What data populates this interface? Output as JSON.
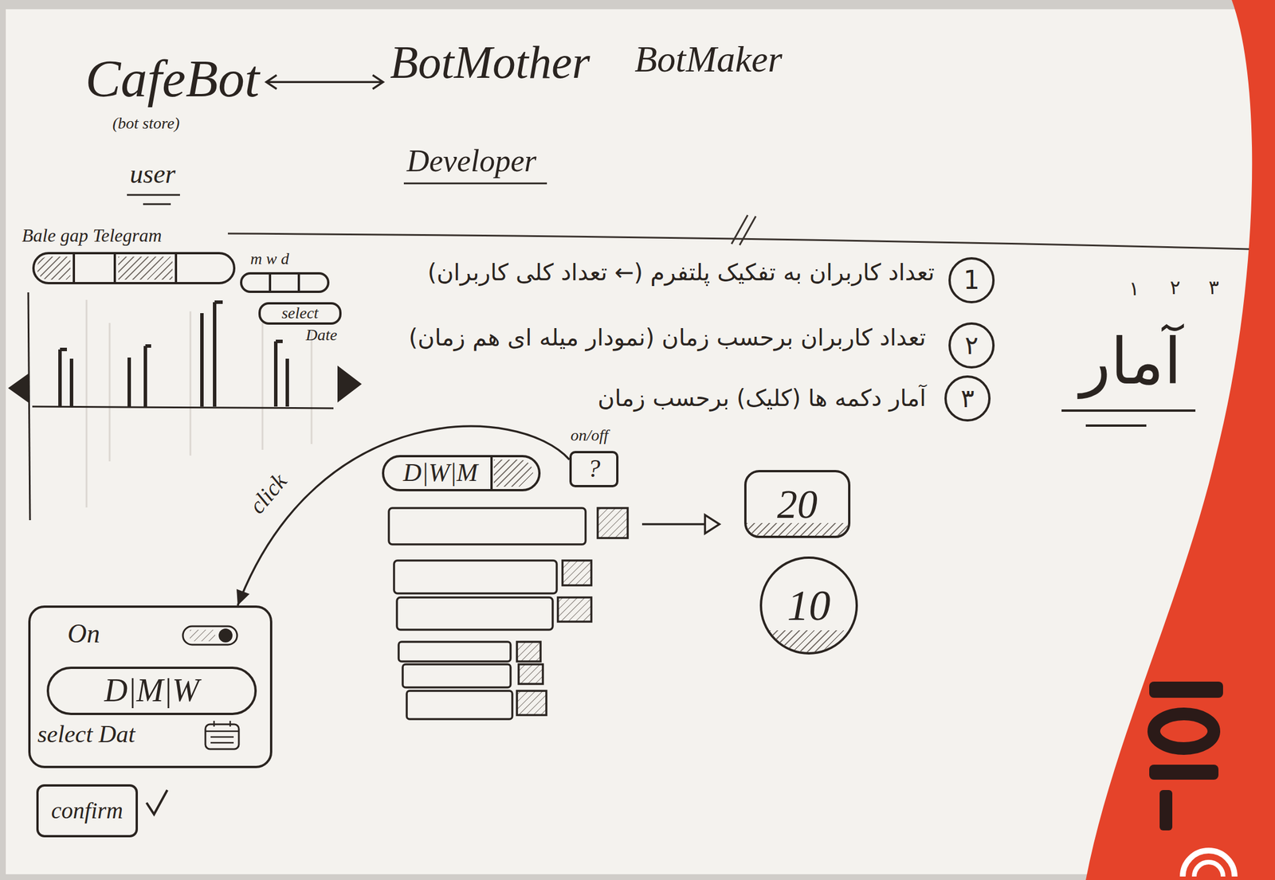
{
  "diagram": {
    "nodes": [
      {
        "text": [
          "Bale gap Telegram"
        ]
      },
      {
        "text": [
          "m w d"
        ]
      },
      {
        "text": [
          "select",
          "Date"
        ]
      },
      {
        "text": [
          "1"
        ]
      },
      {
        "text": [
          "۲"
        ]
      },
      {
        "text": [
          "۳"
        ]
      },
      {
        "text": [
          "D|W|M"
        ]
      },
      {
        "text": [
          "on/off",
          "?"
        ]
      },
      {
        "text": [
          "20"
        ]
      },
      {
        "text": [
          "10"
        ]
      },
      {
        "text": [
          "On",
          "select Dat"
        ]
      },
      {
        "text": [
          "D|M|W"
        ],
        "in": 10
      },
      {
        "text": [
          "confirm"
        ]
      }
    ],
    "edges": [
      {
        "from": 7,
        "to": 10,
        "label": "click",
        "arrow": "to"
      }
    ],
    "labels": [
      "CafeBot",
      "BotMother",
      "BotMaker",
      "(bot store)",
      "user",
      "Developer",
      "تعداد کاربران به تفکیک پلتفرم (← تعداد کلی کاربران)",
      "تعداد کاربران برحسب زمان (نمودار میله ای هم زمان)",
      "آمار دکمه ها (کلیک) برحسب زمان",
      "۱",
      "۲",
      "۳",
      "آمار"
    ]
  }
}
